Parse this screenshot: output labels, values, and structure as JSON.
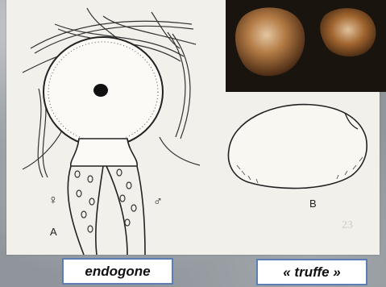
{
  "captions": {
    "left": "endogone",
    "right": "« truffe »"
  },
  "figure_labels": {
    "a": "A",
    "b": "B",
    "female": "♀",
    "male": "♂"
  },
  "slide_number": "23",
  "colors": {
    "panel": "#f2f0ea",
    "caption_border": "#5b7fb4",
    "background": "#8f959b",
    "photo_background": "#1a140f",
    "truffle_brown": "#a0642e"
  }
}
